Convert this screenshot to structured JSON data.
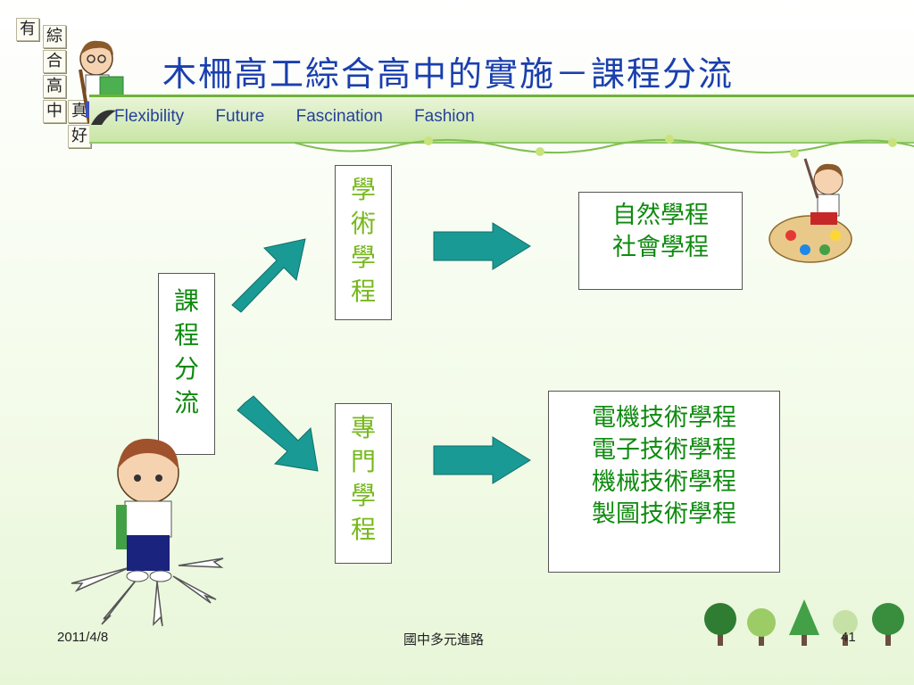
{
  "logo": {
    "chars": [
      "有",
      "綜",
      "合",
      "高",
      "中",
      "真",
      "好"
    ]
  },
  "title": "木柵高工綜合高中的實施－課程分流",
  "banner": {
    "words": [
      "Flexibility",
      "Future",
      "Fascination",
      "Fashion"
    ]
  },
  "diagram": {
    "root": [
      "課",
      "程",
      "分",
      "流"
    ],
    "academic": [
      "學",
      "術",
      "學",
      "程"
    ],
    "professional": [
      "專",
      "門",
      "學",
      "程"
    ],
    "academic_programs": [
      "自然學程",
      "社會學程"
    ],
    "professional_programs": [
      "電機技術學程",
      "電子技術學程",
      "機械技術學程",
      "製圖技術學程"
    ]
  },
  "footer": {
    "date": "2011/4/8",
    "center": "國中多元進路",
    "page": "41"
  },
  "colors": {
    "title": "#1a3fae",
    "text_green": "#0f8a0f",
    "light_green": "#78b81e",
    "arrow": "#1a9a94"
  }
}
